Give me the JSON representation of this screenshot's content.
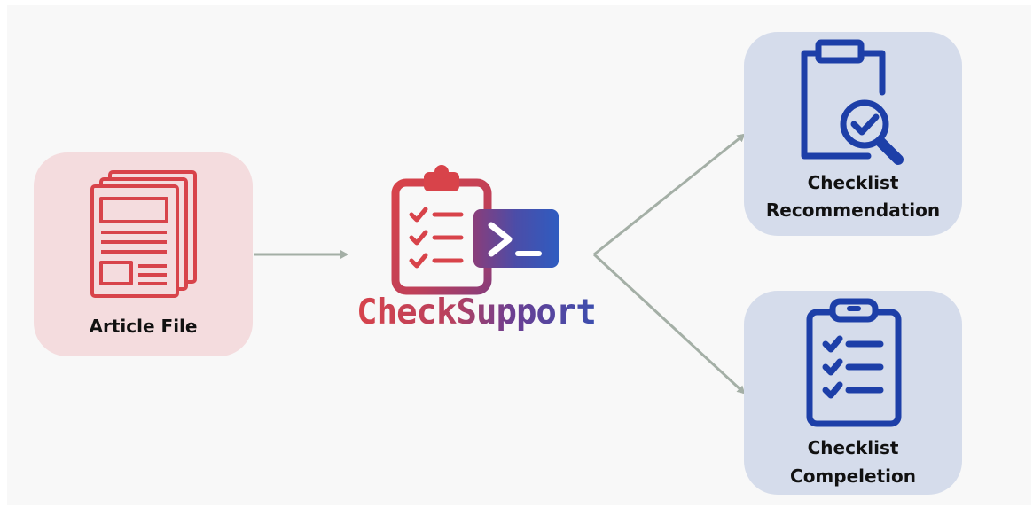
{
  "nodes": {
    "article": {
      "label": "Article File",
      "icon": "newspaper-stack-icon"
    },
    "center": {
      "brand": "CheckSupport",
      "icon": "clipboard-terminal-icon"
    },
    "recommendation": {
      "label_line1": "Checklist",
      "label_line2": "Recommendation",
      "icon": "clipboard-search-icon"
    },
    "completion": {
      "label_line1": "Checklist",
      "label_line2": "Compeletion",
      "icon": "clipboard-checklist-icon"
    }
  },
  "colors": {
    "article_box": "#f4dcde",
    "output_box": "#d5dceb",
    "red_icon": "#d8434a",
    "blue_icon": "#1d3fa8",
    "arrow": "#a4afa6"
  }
}
